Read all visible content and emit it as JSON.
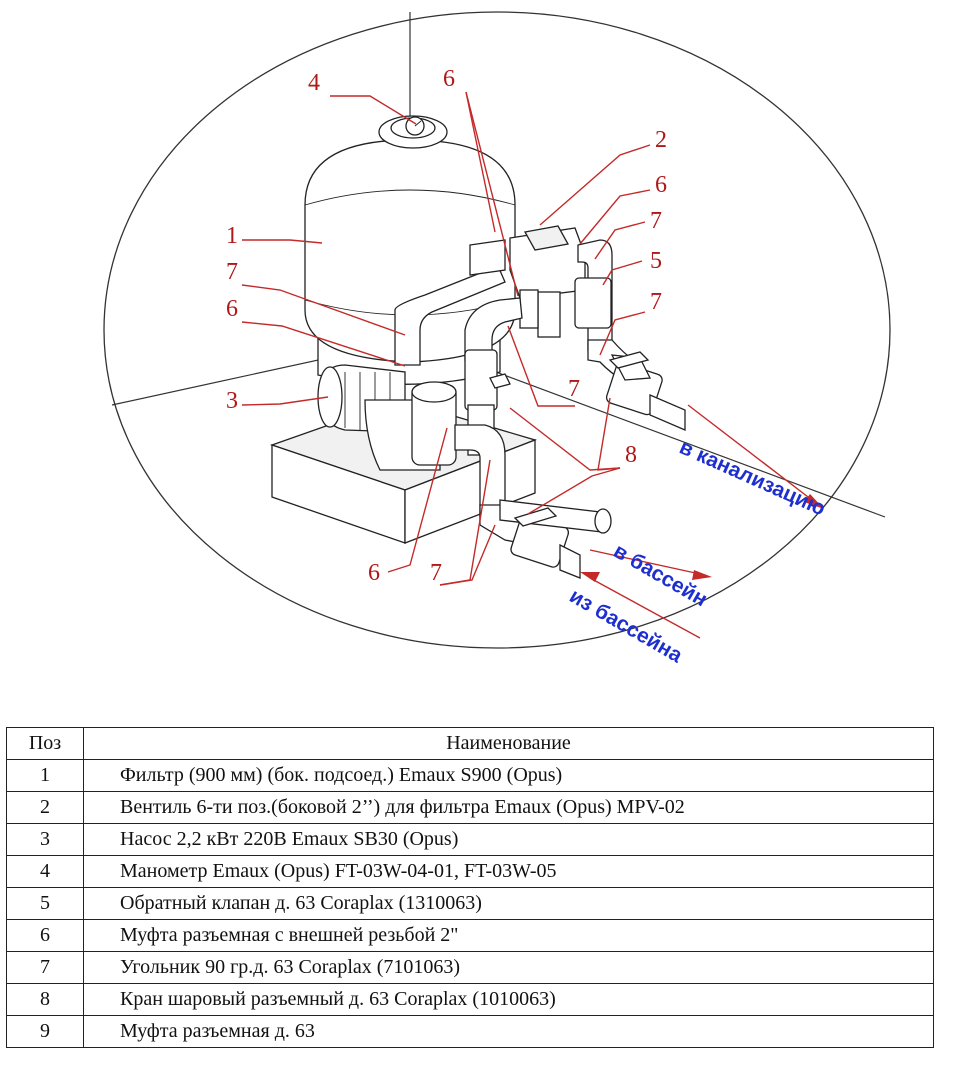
{
  "diagram": {
    "callouts": [
      {
        "id": "c4",
        "text": "4"
      },
      {
        "id": "c6a",
        "text": "6"
      },
      {
        "id": "c2",
        "text": "2"
      },
      {
        "id": "c6b",
        "text": "6"
      },
      {
        "id": "c1",
        "text": "1"
      },
      {
        "id": "c7a",
        "text": "7"
      },
      {
        "id": "c7b",
        "text": "7"
      },
      {
        "id": "c5",
        "text": "5"
      },
      {
        "id": "c6c",
        "text": "6"
      },
      {
        "id": "c7c",
        "text": "7"
      },
      {
        "id": "c3",
        "text": "3"
      },
      {
        "id": "c7d",
        "text": "7"
      },
      {
        "id": "c8",
        "text": "8"
      },
      {
        "id": "c6d",
        "text": "6"
      },
      {
        "id": "c7e",
        "text": "7"
      }
    ],
    "flows": {
      "sewer": "в канализацию",
      "to_pool": "в бассейн",
      "from_pool": "из бассейна"
    },
    "colors": {
      "callout": "#b01818",
      "leader": "#c42a2a",
      "flow_text": "#1e2fd0"
    }
  },
  "table": {
    "headers": {
      "pos": "Поз",
      "name": "Наименование"
    },
    "rows": [
      {
        "pos": "1",
        "name": "Фильтр (900 мм) (бок. подсоед.) Emaux S900 (Opus)"
      },
      {
        "pos": "2",
        "name": "Вентиль 6-ти поз.(боковой 2’’) для фильтра Emaux (Opus) MPV-02"
      },
      {
        "pos": "3",
        "name": "Насос 2,2 кВт 220В Emaux SB30 (Opus)"
      },
      {
        "pos": "4",
        "name": "Манометр Emaux (Opus) FT-03W-04-01, FT-03W-05"
      },
      {
        "pos": "5",
        "name": "Обратный клапан д.  63 Coraplax (1310063)"
      },
      {
        "pos": "6",
        "name": "Муфта разъемная с внешней резьбой 2\""
      },
      {
        "pos": "7",
        "name": "Угольник 90 гр.д. 63 Coraplax (7101063)"
      },
      {
        "pos": "8",
        "name": "Кран шаровый разъемный д. 63 Coraplax (1010063)"
      },
      {
        "pos": "9",
        "name": "Муфта разъемная д. 63"
      }
    ]
  }
}
